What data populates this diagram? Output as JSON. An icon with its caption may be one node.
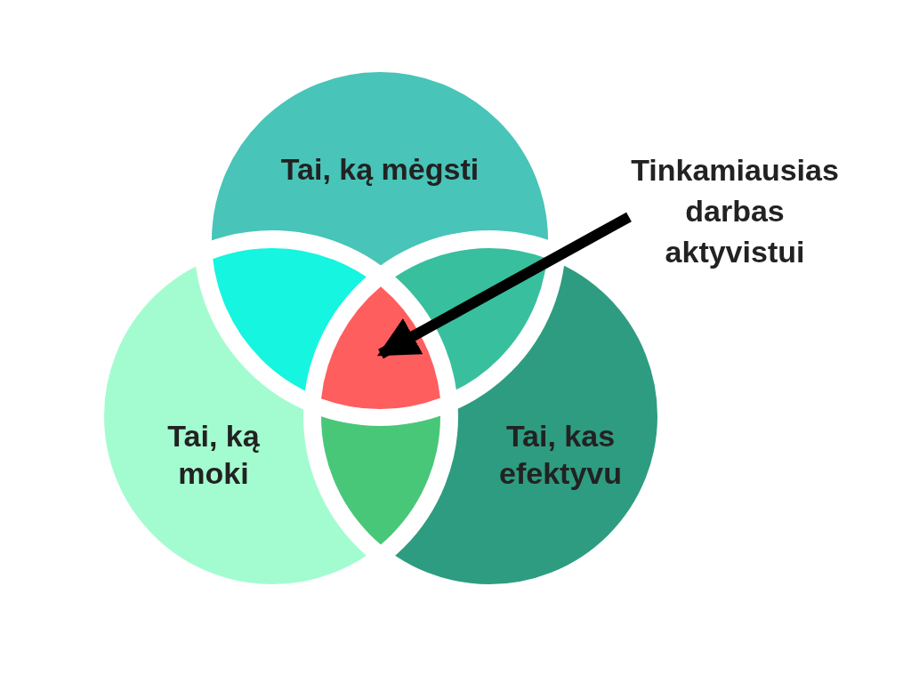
{
  "diagram": {
    "nodes": [
      {
        "text": [
          "Tai, ką mėgsti"
        ]
      },
      {
        "text": [
          "Tai, ką moki"
        ]
      },
      {
        "text": [
          "Tai, kas efektyvu"
        ]
      },
      {
        "text": [
          "Tinkamiausias darbas aktyvistui"
        ]
      },
      {
        "text": [],
        "shape": "triangle"
      }
    ],
    "edges": [
      {
        "from": 3,
        "to": 4,
        "arrow": "to"
      }
    ]
  }
}
